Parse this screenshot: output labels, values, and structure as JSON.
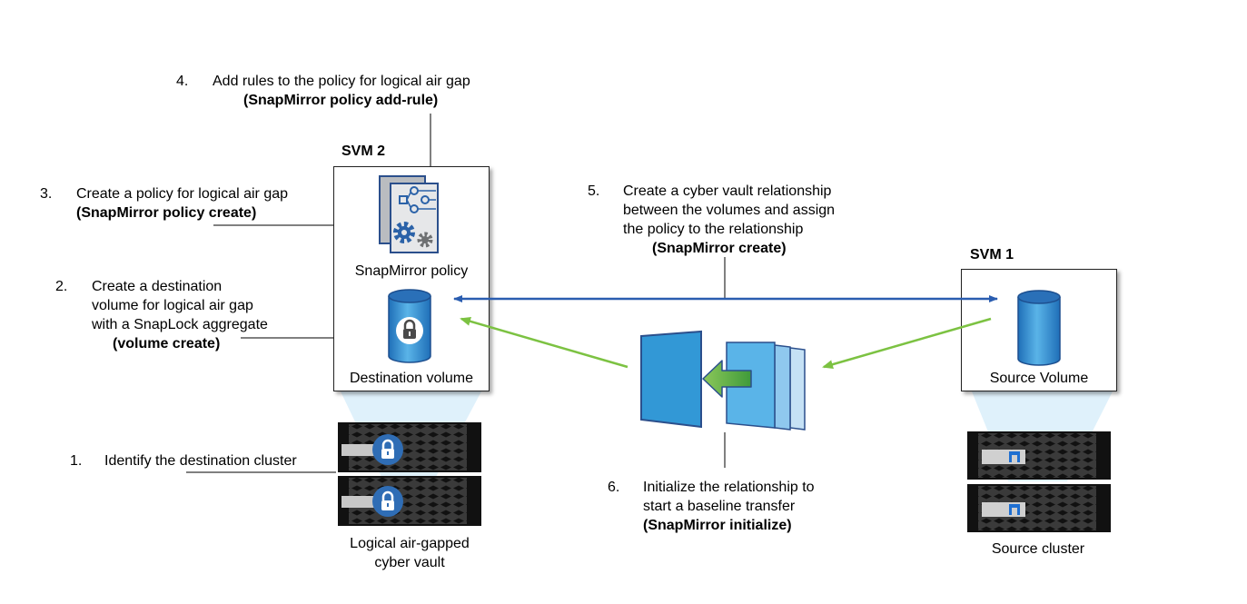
{
  "steps": [
    {
      "number": "1.",
      "lines": [
        "Identify the destination cluster"
      ],
      "command": ""
    },
    {
      "number": "2.",
      "lines": [
        "Create a destination",
        "volume for logical air gap",
        "with a SnapLock aggregate"
      ],
      "command": "(volume create)"
    },
    {
      "number": "3.",
      "lines": [
        "Create a policy for logical air gap"
      ],
      "command": "(SnapMirror policy create)"
    },
    {
      "number": "4.",
      "lines": [
        "Add rules to the policy for logical air gap"
      ],
      "command": "(SnapMirror policy add-rule)"
    },
    {
      "number": "5.",
      "lines": [
        "Create a cyber vault relationship",
        "between the volumes and assign",
        "the policy to the relationship"
      ],
      "command": "(SnapMirror create)"
    },
    {
      "number": "6.",
      "lines": [
        "Initialize the relationship to",
        "start a baseline transfer"
      ],
      "command": "(SnapMirror initialize)"
    }
  ],
  "svm2": {
    "label": "SVM 2",
    "policy_caption": "SnapMirror policy",
    "volume_caption": "Destination volume",
    "policy_icon": "policy-document-gear-icon",
    "volume_icon": "locked-volume-cylinder-icon"
  },
  "svm1": {
    "label": "SVM 1",
    "volume_caption": "Source Volume",
    "volume_icon": "volume-cylinder-icon"
  },
  "destination_cluster": {
    "caption_line1": "Logical air-gapped",
    "caption_line2": "cyber vault",
    "icon": "storage-node-lock-icon"
  },
  "source_cluster": {
    "caption": "Source cluster",
    "icon": "storage-node-netapp-icon"
  },
  "colors": {
    "relationship_arrow": "#2a5db0",
    "transfer_arrow": "#7cc242",
    "volume_blue": "#3a9ad9",
    "lock_badge": "#2f6db5",
    "beam": "#dff1fb"
  }
}
